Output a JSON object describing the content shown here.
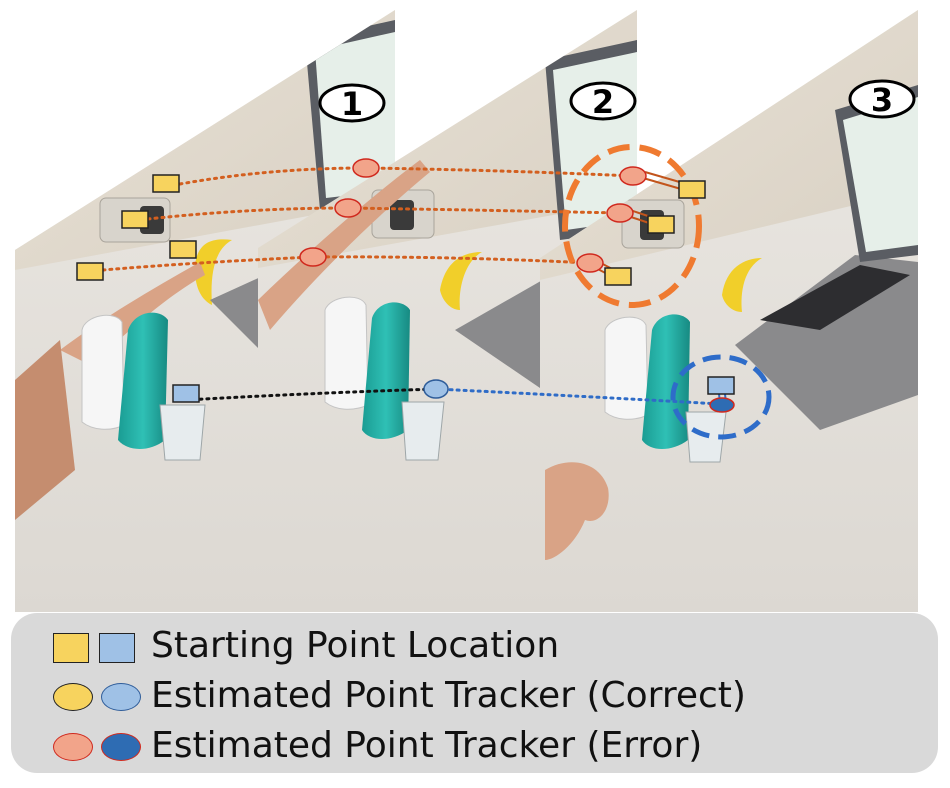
{
  "frame_labels": [
    "1",
    "2",
    "3"
  ],
  "legend": {
    "starting": "Starting Point Location",
    "correct": "Estimated Point Tracker (Correct)",
    "error": "Estimated Point Tracker (Error)"
  },
  "colors": {
    "yellow_square": "#f7d35e",
    "blue_square": "#9fc1e6",
    "yellow_oval": "#f7d35e",
    "blue_oval": "#9fc1e6",
    "orange_oval": "#f2a48a",
    "dark_blue_oval": "#2e6cb3",
    "orange_track": "#d35f1f",
    "blue_track": "#2f6cc7",
    "orange_dashed_circle": "#ef7a30",
    "blue_dashed_circle": "#2e6cc9"
  }
}
